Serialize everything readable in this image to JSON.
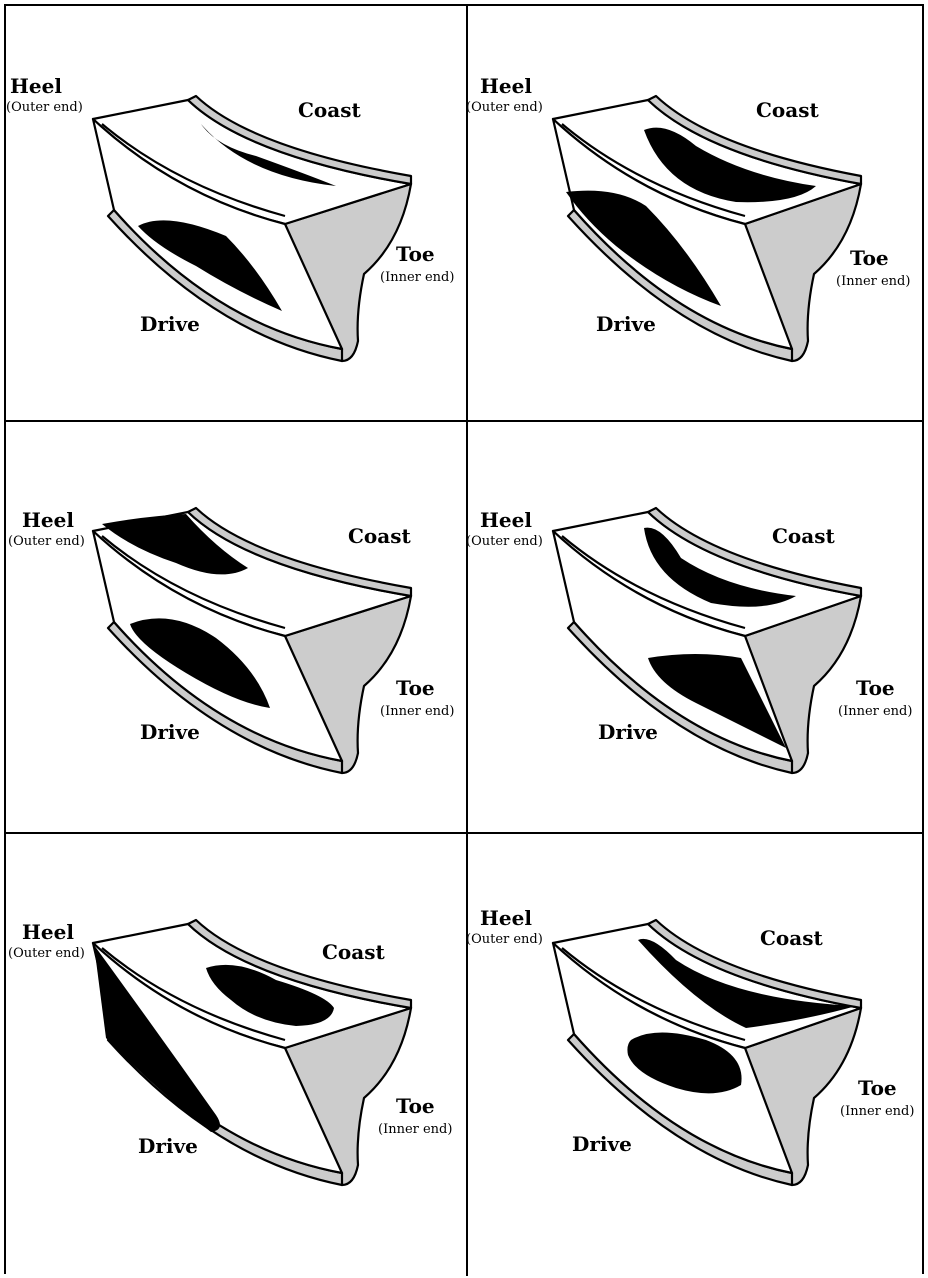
{
  "labels": {
    "heel": "Heel",
    "heel_sub": "(Outer end)",
    "coast": "Coast",
    "toe": "Toe",
    "toe_sub": "(Inner end)",
    "drive": "Drive"
  },
  "panels": [
    {
      "id": "panel-1",
      "pattern": "centered"
    },
    {
      "id": "panel-2",
      "pattern": "drive-toward-heel-coast-centered"
    },
    {
      "id": "panel-3",
      "pattern": "coast-at-heel-drive-centered"
    },
    {
      "id": "panel-4",
      "pattern": "drive-toward-toe-coast-centered"
    },
    {
      "id": "panel-5",
      "pattern": "drive-at-heel-coast-toward-toe"
    },
    {
      "id": "panel-6",
      "pattern": "coast-toward-toe-drive-toward-heel"
    }
  ],
  "colors": {
    "contact": "#000000",
    "toe_face": "#cccccc",
    "line": "#000000"
  }
}
